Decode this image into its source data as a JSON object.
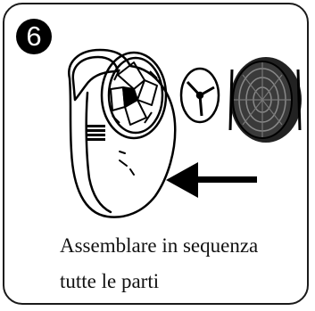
{
  "step": {
    "number": "6"
  },
  "caption": {
    "line1": "Assemblare in sequenza",
    "line2": "tutte le parti"
  },
  "illustration": {
    "device_icon": "lint-shaver-body",
    "blade_icon": "three-arm-blade",
    "cover_icon": "mesh-cover-cap",
    "arrow_icon": "arrow-left",
    "color": "#000000"
  }
}
